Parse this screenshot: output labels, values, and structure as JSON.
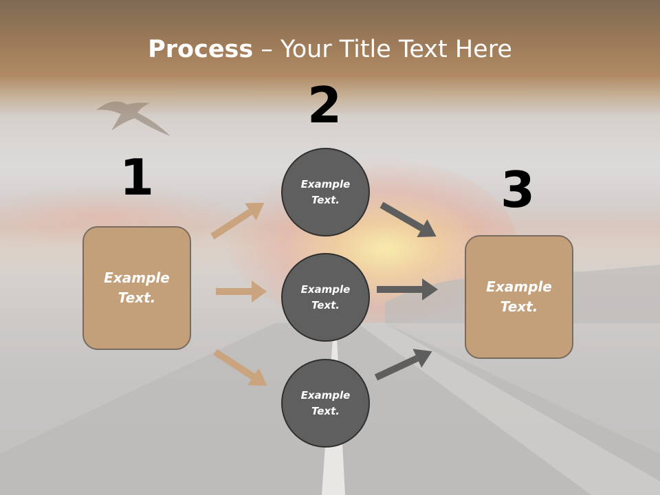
{
  "slide": {
    "title_bold": "Process",
    "title_rest": " – Your Title Text Here"
  },
  "steps": {
    "one": {
      "number": "1",
      "text_line1": "Example",
      "text_line2": "Text."
    },
    "two": [
      {
        "text_line1": "Example",
        "text_line2": "Text."
      },
      {
        "text_line1": "Example",
        "text_line2": "Text."
      },
      {
        "text_line1": "Example",
        "text_line2": "Text."
      }
    ],
    "two_number": "2",
    "three": {
      "number": "3",
      "text_line1": "Example",
      "text_line2": "Text."
    }
  },
  "colors": {
    "box_fill": "#c4a07a",
    "circle_fill": "#5f5f5f",
    "arrow_tan": "#c9a47e",
    "arrow_gray": "#5e5e5e"
  }
}
